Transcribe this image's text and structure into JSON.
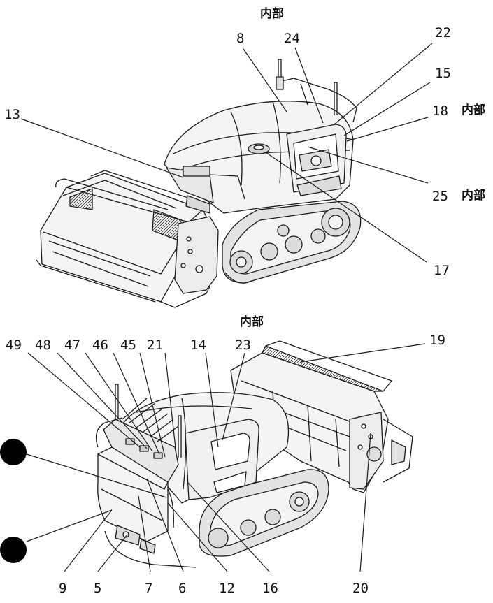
{
  "colors": {
    "line": "#1a1a1a",
    "body_fill": "#f4f4f4",
    "shade": "#d9d9d9",
    "marker": "#000000"
  },
  "top_view": {
    "inner_labels": {
      "top": "内部",
      "right_18": "内部",
      "right_25": "内部"
    },
    "callouts": {
      "c8": "8",
      "c24": "24",
      "c22": "22",
      "c15": "15",
      "c18": "18",
      "c13": "13",
      "c25": "25",
      "c17": "17"
    }
  },
  "bottom_view": {
    "inner_labels": {
      "top": "内部"
    },
    "callouts": {
      "c49": "49",
      "c48": "48",
      "c47": "47",
      "c46": "46",
      "c45": "45",
      "c21": "21",
      "c14": "14",
      "c23": "23",
      "c19": "19",
      "c9": "9",
      "c5": "5",
      "c7": "7",
      "c6": "6",
      "c12": "12",
      "c16": "16",
      "c20": "20"
    },
    "markers": [
      "filled-circle-marker",
      "filled-circle-marker"
    ]
  }
}
